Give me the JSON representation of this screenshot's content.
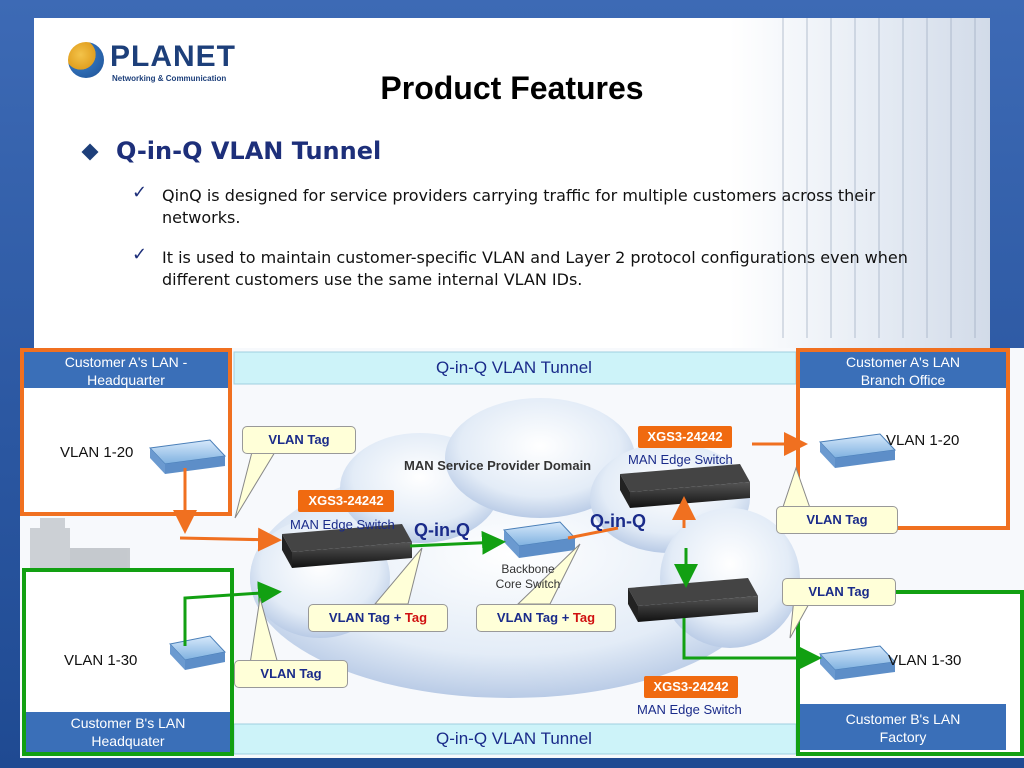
{
  "slide": {
    "logo": {
      "name": "PLANET",
      "tagline": "Networking & Communication"
    },
    "title": "Product Features",
    "heading": "Q-in-Q VLAN Tunnel",
    "points": [
      "QinQ is designed for service providers carrying traffic for multiple customers across their networks.",
      " It is used to maintain customer-specific VLAN and Layer 2 protocol configurations even when different customers use the same internal VLAN IDs."
    ]
  },
  "diagram": {
    "tunnel_top": "Q-in-Q VLAN Tunnel",
    "tunnel_bottom": "Q-in-Q VLAN Tunnel",
    "domain": "MAN Service Provider Domain",
    "core_switch": [
      "Backbone",
      "Core Switch"
    ],
    "qinq_left": "Q-in-Q",
    "qinq_right": "Q-in-Q",
    "sites": {
      "a_hq": {
        "title": [
          "Customer A's LAN  -",
          "Headquarter"
        ],
        "vlan": "VLAN 1-20"
      },
      "a_branch": {
        "title": [
          "Customer A's LAN",
          "Branch Office"
        ],
        "vlan": "VLAN 1-20"
      },
      "b_hq": {
        "title": [
          "Customer B's LAN",
          "Headquater"
        ],
        "vlan": "VLAN 1-30"
      },
      "b_factory": {
        "title": [
          "Customer B's LAN",
          "Factory"
        ],
        "vlan": "VLAN 1-30"
      }
    },
    "edge_switches": {
      "left": {
        "model": "XGS3-24242",
        "role": "MAN Edge Switch"
      },
      "top_right": {
        "model": "XGS3-24242",
        "role": "MAN Edge Switch"
      },
      "bottom_right": {
        "model": "XGS3-24242",
        "role": "MAN Edge Switch"
      }
    },
    "callouts": {
      "vlan_tag_a_left": "VLAN Tag",
      "vlan_tag_a_right": "VLAN Tag",
      "vlan_tag_b_right": "VLAN Tag",
      "vlan_tag_b_left": "VLAN Tag",
      "plus_left": {
        "main": "VLAN Tag",
        "plus": "+",
        "extra": "Tag"
      },
      "plus_right": {
        "main": "VLAN Tag",
        "plus": "+",
        "extra": "Tag"
      }
    },
    "colors": {
      "customer_a": "#f07020",
      "customer_b": "#12a012",
      "box_header": "#3a6fb8",
      "tunnel_bar": "#cdf3f9",
      "model_badge": "#f06a10"
    }
  }
}
